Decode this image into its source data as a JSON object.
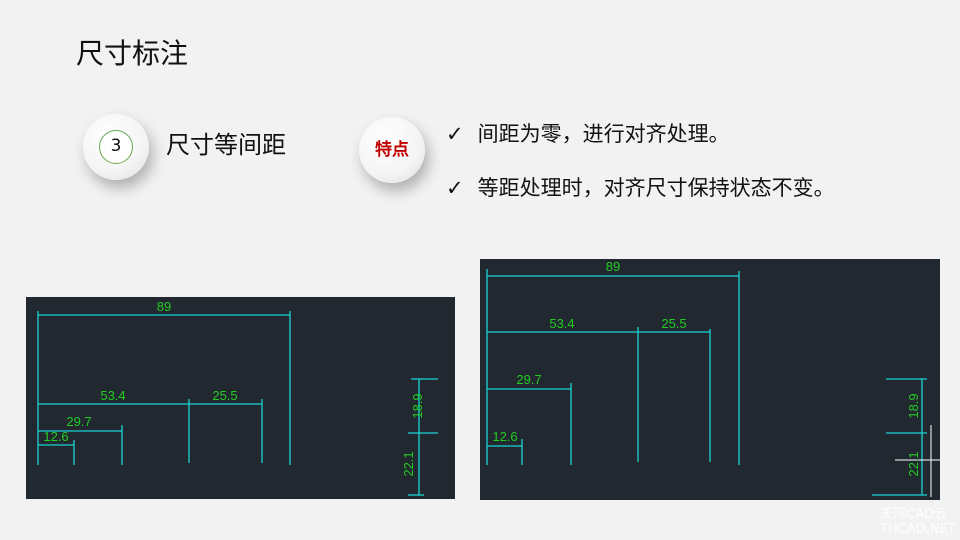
{
  "title": "尺寸标注",
  "section": {
    "number": "3",
    "label": "尺寸等间距"
  },
  "badge": "特点",
  "bullets": [
    {
      "icon": "check-icon",
      "text": "间距为零，进行对齐处理。"
    },
    {
      "icon": "check-icon",
      "text": "等距处理时，对齐尺寸保持状态不变。"
    }
  ],
  "check_glyph": "✓",
  "drawings": {
    "before": {
      "dims": [
        "89",
        "53.4",
        "25.5",
        "29.7",
        "12.6",
        "18.9",
        "22.1"
      ]
    },
    "after": {
      "dims": [
        "89",
        "53.4",
        "25.5",
        "29.7",
        "12.6",
        "18.9",
        "22.1"
      ]
    }
  },
  "watermark": {
    "line1": "天河CAD云",
    "line2": "THCAD.NET"
  },
  "colors": {
    "line": "#19d3d3",
    "text": "#22cc22",
    "bg": "#212830",
    "badge": "#c00000"
  }
}
